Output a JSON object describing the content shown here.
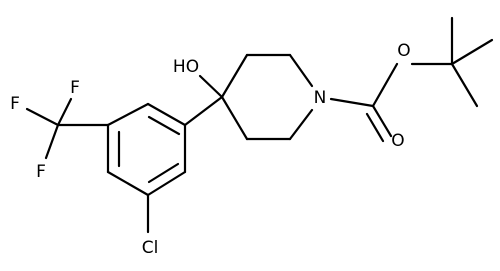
{
  "atoms": {
    "hydroxyl": "HO",
    "nitrogen": "N",
    "ether_oxygen": "O",
    "carbonyl_oxygen": "O",
    "fluorine_1": "F",
    "fluorine_2": "F",
    "fluorine_3": "F",
    "chlorine": "Cl"
  },
  "colors": {
    "ink": "#000000",
    "background": "#ffffff"
  }
}
